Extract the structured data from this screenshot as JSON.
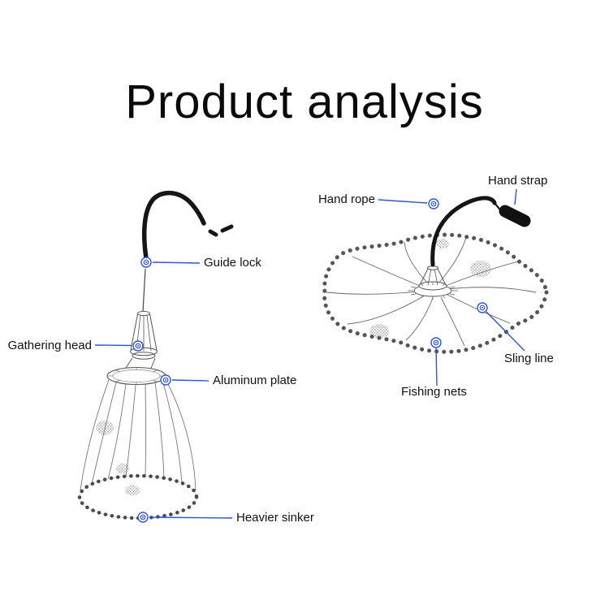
{
  "title": "Product analysis",
  "closed_net": {
    "labels": {
      "guide_lock": "Guide lock",
      "gathering_head": "Gathering head",
      "aluminum_plate": "Aluminum plate",
      "heavier_sinker": "Heavier sinker"
    }
  },
  "open_net": {
    "labels": {
      "hand_rope": "Hand rope",
      "hand_strap": "Hand strap",
      "sling_line": "Sling line",
      "fishing_nets": "Fishing nets"
    }
  },
  "colors": {
    "accent_blue": "#2f55d4",
    "line_gray": "#666666",
    "rope_black": "#161616",
    "background": "#ffffff"
  }
}
